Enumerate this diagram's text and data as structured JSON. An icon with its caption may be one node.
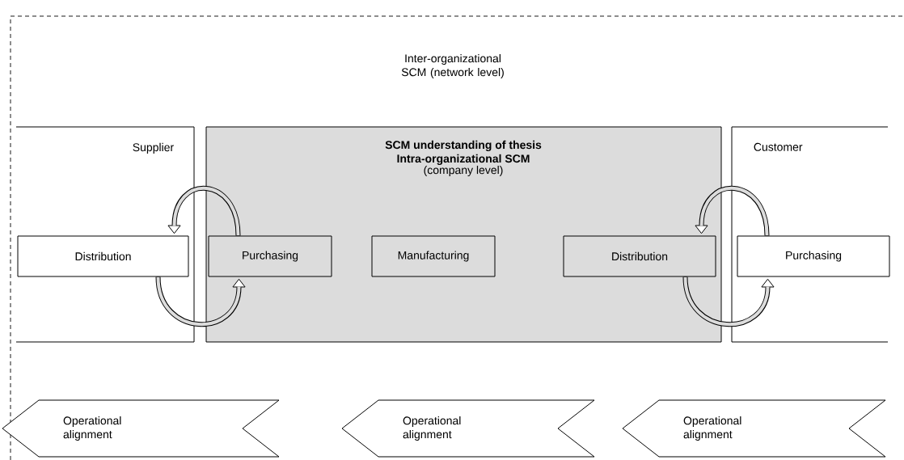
{
  "diagram": {
    "nodes": [
      {
        "text": [
          "Inter-organizational SCM (network level)"
        ]
      },
      {
        "text": [
          "Supplier"
        ],
        "in": 0
      },
      {
        "text": [
          "SCM understanding of thesis Intra-organizational SCM",
          "(company level)"
        ],
        "in": 0
      },
      {
        "text": [
          "Customer"
        ],
        "in": 0
      },
      {
        "text": [
          "Distribution"
        ],
        "in": 1
      },
      {
        "text": [
          "Purchasing"
        ],
        "in": 2
      },
      {
        "text": [
          "Manufacturing"
        ],
        "in": 2
      },
      {
        "text": [
          "Distribution"
        ],
        "in": 2
      },
      {
        "text": [
          "Purchasing"
        ],
        "in": 3
      },
      {
        "text": [
          "Operational alignment"
        ],
        "in": 0
      },
      {
        "text": [
          "Operational alignment"
        ],
        "in": 0
      },
      {
        "text": [
          "Operational alignment"
        ],
        "in": 0
      }
    ],
    "edges": [
      {
        "from": 5,
        "to": 4,
        "arrow": "to"
      },
      {
        "from": 4,
        "to": 5,
        "arrow": "to"
      },
      {
        "from": 8,
        "to": 7,
        "arrow": "to"
      },
      {
        "from": 7,
        "to": 8,
        "arrow": "to"
      }
    ]
  }
}
